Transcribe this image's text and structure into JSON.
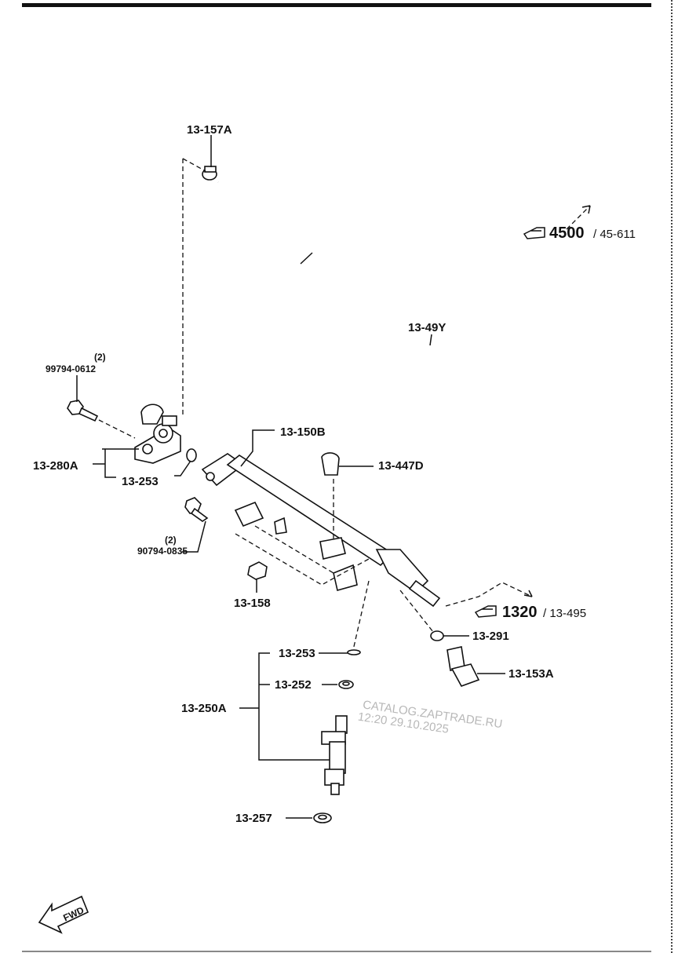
{
  "labels": {
    "hose_clamp": "13-157A",
    "ref_4500_bold": "4500",
    "ref_4500_sub": "/ 45-611",
    "fuel_hose": "13-49Y",
    "bolt_upper_qty": "(2)",
    "bolt_upper": "99794-0612",
    "pressure_regulator": "13-280A",
    "oring_regulator": "13-253",
    "fuel_rail": "13-150B",
    "clip": "13-447D",
    "bolt_lower_qty": "(2)",
    "bolt_lower": "90794-0835",
    "nut": "13-158",
    "ref_1320_bold": "1320",
    "ref_1320_sub": "/ 13-495",
    "gasket": "13-291",
    "oring_injector": "13-253",
    "connector": "13-153A",
    "washer": "13-252",
    "injector_assy": "13-250A",
    "insulator": "13-257"
  },
  "watermark": {
    "line1": "CATALOG.ZAPTRADE.RU",
    "line2": "12:20 29.10.2025"
  },
  "fwd": "FWD",
  "icons": [
    "pointing-hand-icon",
    "fwd-arrow-icon"
  ]
}
